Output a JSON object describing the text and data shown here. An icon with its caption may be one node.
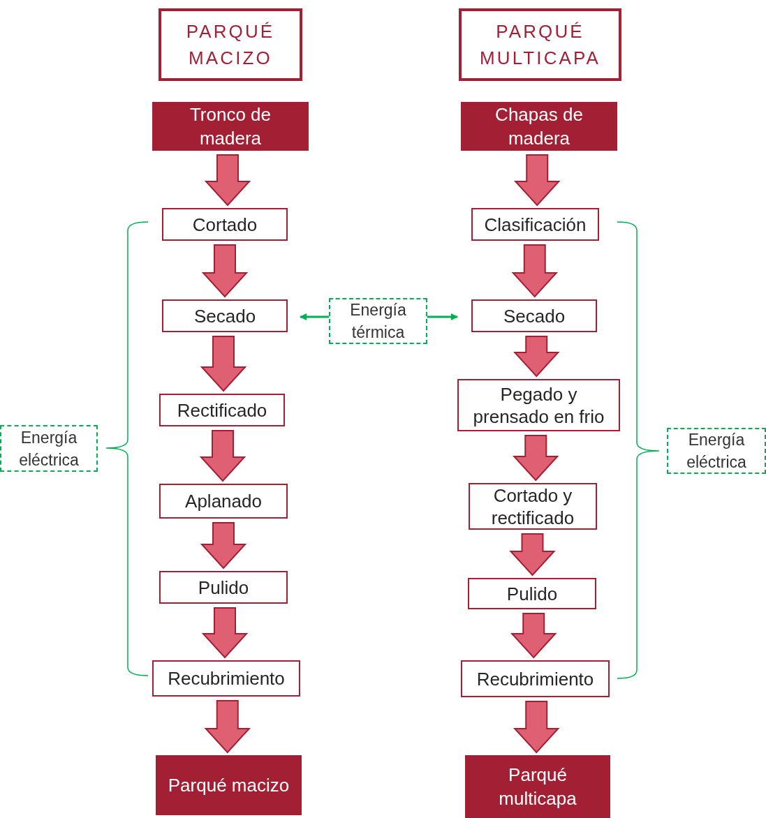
{
  "diagram": {
    "nodes": [
      {
        "text": [
          "PARQUÉ MACIZO"
        ]
      },
      {
        "text": [
          "PARQUÉ MULTICAPA"
        ]
      },
      {
        "text": [
          "Tronco de madera"
        ]
      },
      {
        "text": [
          "Chapas de madera"
        ]
      },
      {
        "text": [
          "Cortado"
        ]
      },
      {
        "text": [
          "Clasificación"
        ]
      },
      {
        "text": [
          "Secado"
        ]
      },
      {
        "text": [
          "Energía térmica"
        ]
      },
      {
        "text": [
          "Secado"
        ]
      },
      {
        "text": [
          "Rectificado"
        ]
      },
      {
        "text": [
          "Pegado y prensado en frio"
        ]
      },
      {
        "text": [
          "Energía eléctrica"
        ]
      },
      {
        "text": [
          "Energía eléctrica"
        ]
      },
      {
        "text": [
          "Aplanado"
        ]
      },
      {
        "text": [
          "Cortado y rectificado"
        ]
      },
      {
        "text": [
          "Pulido"
        ]
      },
      {
        "text": [
          "Pulido"
        ]
      },
      {
        "text": [
          "Recubrimiento"
        ]
      },
      {
        "text": [
          "Recubrimiento"
        ]
      },
      {
        "text": [
          "Parqué macizo"
        ]
      },
      {
        "text": [
          "Parqué multicapa"
        ]
      }
    ],
    "edges": [
      {
        "from": 2,
        "to": 4,
        "arrow": "to",
        "style": "thick"
      },
      {
        "from": 4,
        "to": 6,
        "arrow": "to",
        "style": "thick"
      },
      {
        "from": 6,
        "to": 9,
        "arrow": "to",
        "style": "thick"
      },
      {
        "from": 9,
        "to": 13,
        "arrow": "to",
        "style": "thick"
      },
      {
        "from": 13,
        "to": 15,
        "arrow": "to",
        "style": "thick"
      },
      {
        "from": 15,
        "to": 17,
        "arrow": "to",
        "style": "thick"
      },
      {
        "from": 17,
        "to": 19,
        "arrow": "to",
        "style": "thick"
      },
      {
        "from": 3,
        "to": 5,
        "arrow": "to",
        "style": "thick"
      },
      {
        "from": 5,
        "to": 8,
        "arrow": "to",
        "style": "thick"
      },
      {
        "from": 8,
        "to": 10,
        "arrow": "to",
        "style": "thick"
      },
      {
        "from": 10,
        "to": 14,
        "arrow": "to",
        "style": "thick"
      },
      {
        "from": 14,
        "to": 16,
        "arrow": "to",
        "style": "thick"
      },
      {
        "from": 16,
        "to": 18,
        "arrow": "to",
        "style": "thick"
      },
      {
        "from": 18,
        "to": 20,
        "arrow": "to",
        "style": "thick"
      },
      {
        "from": 7,
        "to": 6,
        "arrow": "to",
        "color": "#00b050"
      },
      {
        "from": 7,
        "to": 8,
        "arrow": "to",
        "color": "#00b050"
      }
    ]
  }
}
